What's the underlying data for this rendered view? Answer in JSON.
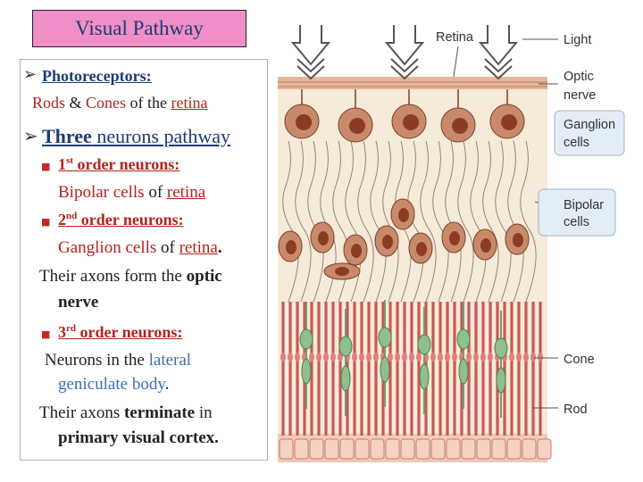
{
  "title": "Visual Pathway",
  "bullets": {
    "b1_heading": "Photoreceptors:",
    "b1_rods": "Rods",
    "b1_amp": " & ",
    "b1_cones": "Cones",
    "b1_of": " of the ",
    "b1_retina": "retina",
    "b2_three": "Three",
    "b2_rest": " neurons pathway",
    "s1_num": "1",
    "s1_sup": "st",
    "s1_rest": " order neurons:",
    "s1_cells": "Bipolar cells",
    "s1_of": " of ",
    "s1_retina": "retina",
    "s2_num": "2",
    "s2_sup": "nd",
    "s2_rest": " order neurons:",
    "s2_cells": "Ganglion cells",
    "s2_of": " of ",
    "s2_retina": "retina",
    "s2_dot": ".",
    "s2_axons": "Their axons form the ",
    "s2_optic": "optic",
    "s2_nerve": "nerve",
    "s3_num": "3",
    "s3_sup": "rd",
    "s3_rest": " order neurons:",
    "s3_neurons": "Neurons in the ",
    "s3_lateral": "lateral",
    "s3_gb": "geniculate body",
    "s3_dot": ".",
    "s3_axons": "Their axons ",
    "s3_terminate": "terminate",
    "s3_in": " in",
    "s3_cortex": "primary visual cortex."
  },
  "diagram": {
    "retina": "Retina",
    "light": "Light",
    "optic1": "Optic",
    "optic2": "nerve",
    "ganglion1": "Ganglion",
    "ganglion2": "cells",
    "bipolar1": "Bipolar",
    "bipolar2": "cells",
    "cone": "Cone",
    "rod": "Rod",
    "colors": {
      "cell_body": "#c98a6c",
      "nucleus": "#8a3d22",
      "rod": "#c9585a",
      "cone": "#8fbf8f",
      "background": "#f6ead8"
    }
  }
}
